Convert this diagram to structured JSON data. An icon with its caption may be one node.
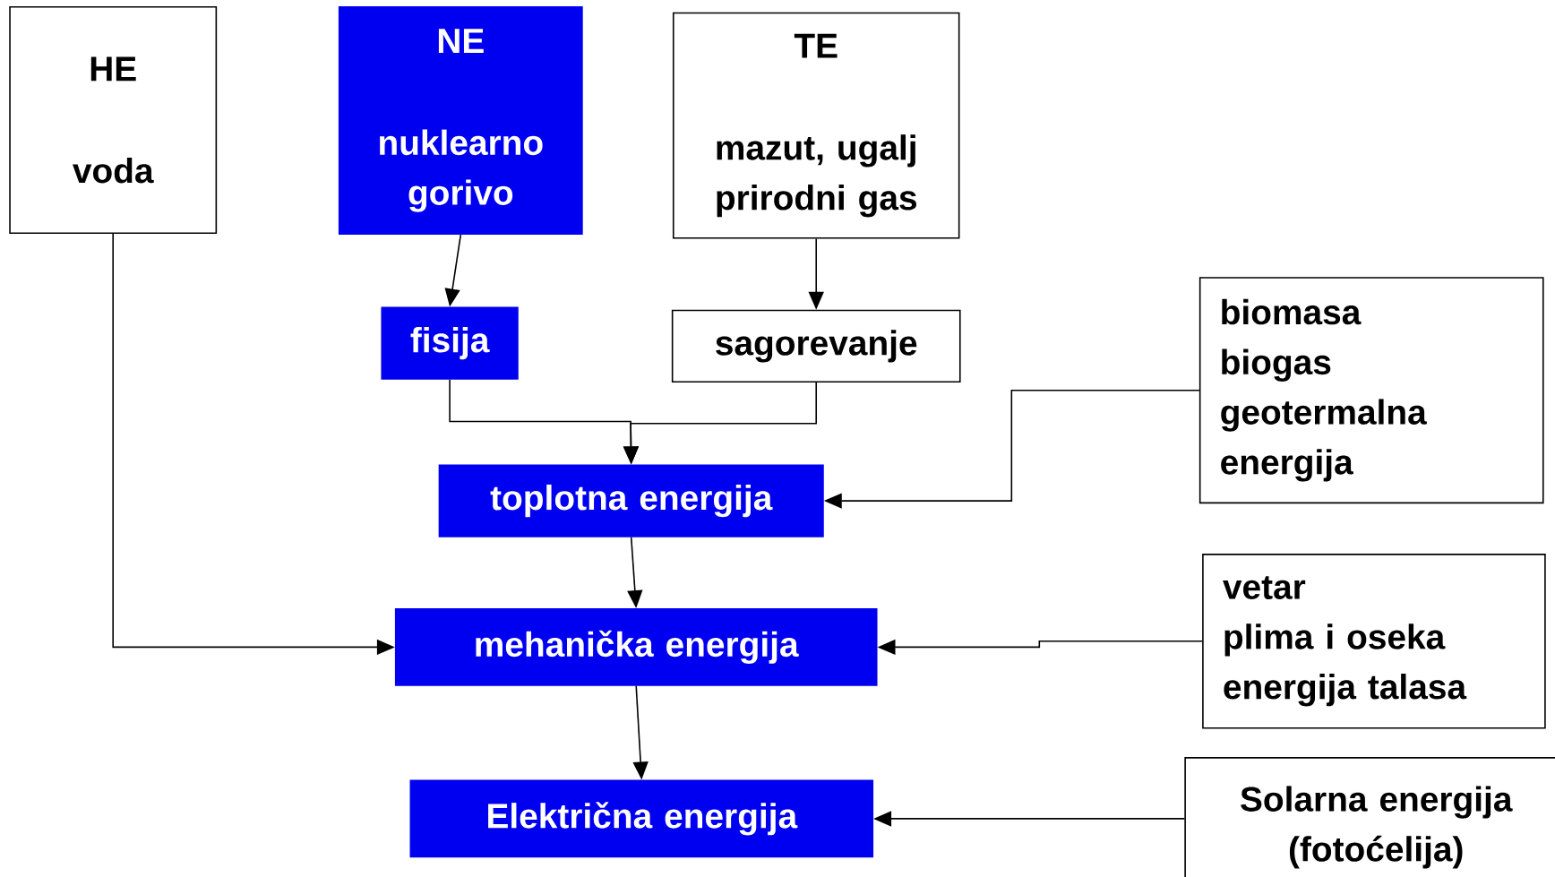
{
  "diagram": {
    "nodes": [
      {
        "text": [
          "HE",
          "voda"
        ]
      },
      {
        "text": [
          "NE",
          "nuklearno gorivo"
        ]
      },
      {
        "text": [
          "TE",
          "mazut, ugalj prirodni gas"
        ]
      },
      {
        "text": [
          "fisija"
        ]
      },
      {
        "text": [
          "sagorevanje"
        ]
      },
      {
        "text": [
          "biomasa",
          "biogas",
          "geotermalna energija"
        ]
      },
      {
        "text": [
          "toplotna energija"
        ]
      },
      {
        "text": [
          "vetar",
          "plima i oseka",
          "energija talasa"
        ]
      },
      {
        "text": [
          "mehanička energija"
        ]
      },
      {
        "text": [
          "Solarna energija (fotoćelija)"
        ]
      },
      {
        "text": [
          "Električna energija"
        ]
      }
    ],
    "edges": [
      {
        "from": 0,
        "to": 8,
        "arrow": "to"
      },
      {
        "from": 1,
        "to": 3,
        "arrow": "to"
      },
      {
        "from": 2,
        "to": 4,
        "arrow": "to"
      },
      {
        "from": 3,
        "to": 6,
        "arrow": "to"
      },
      {
        "from": 4,
        "to": 6,
        "arrow": "to"
      },
      {
        "from": 5,
        "to": 6,
        "arrow": "to"
      },
      {
        "from": 6,
        "to": 8,
        "arrow": "to"
      },
      {
        "from": 7,
        "to": 8,
        "arrow": "to"
      },
      {
        "from": 8,
        "to": 10,
        "arrow": "to"
      },
      {
        "from": 9,
        "to": 10,
        "arrow": "to"
      }
    ]
  }
}
